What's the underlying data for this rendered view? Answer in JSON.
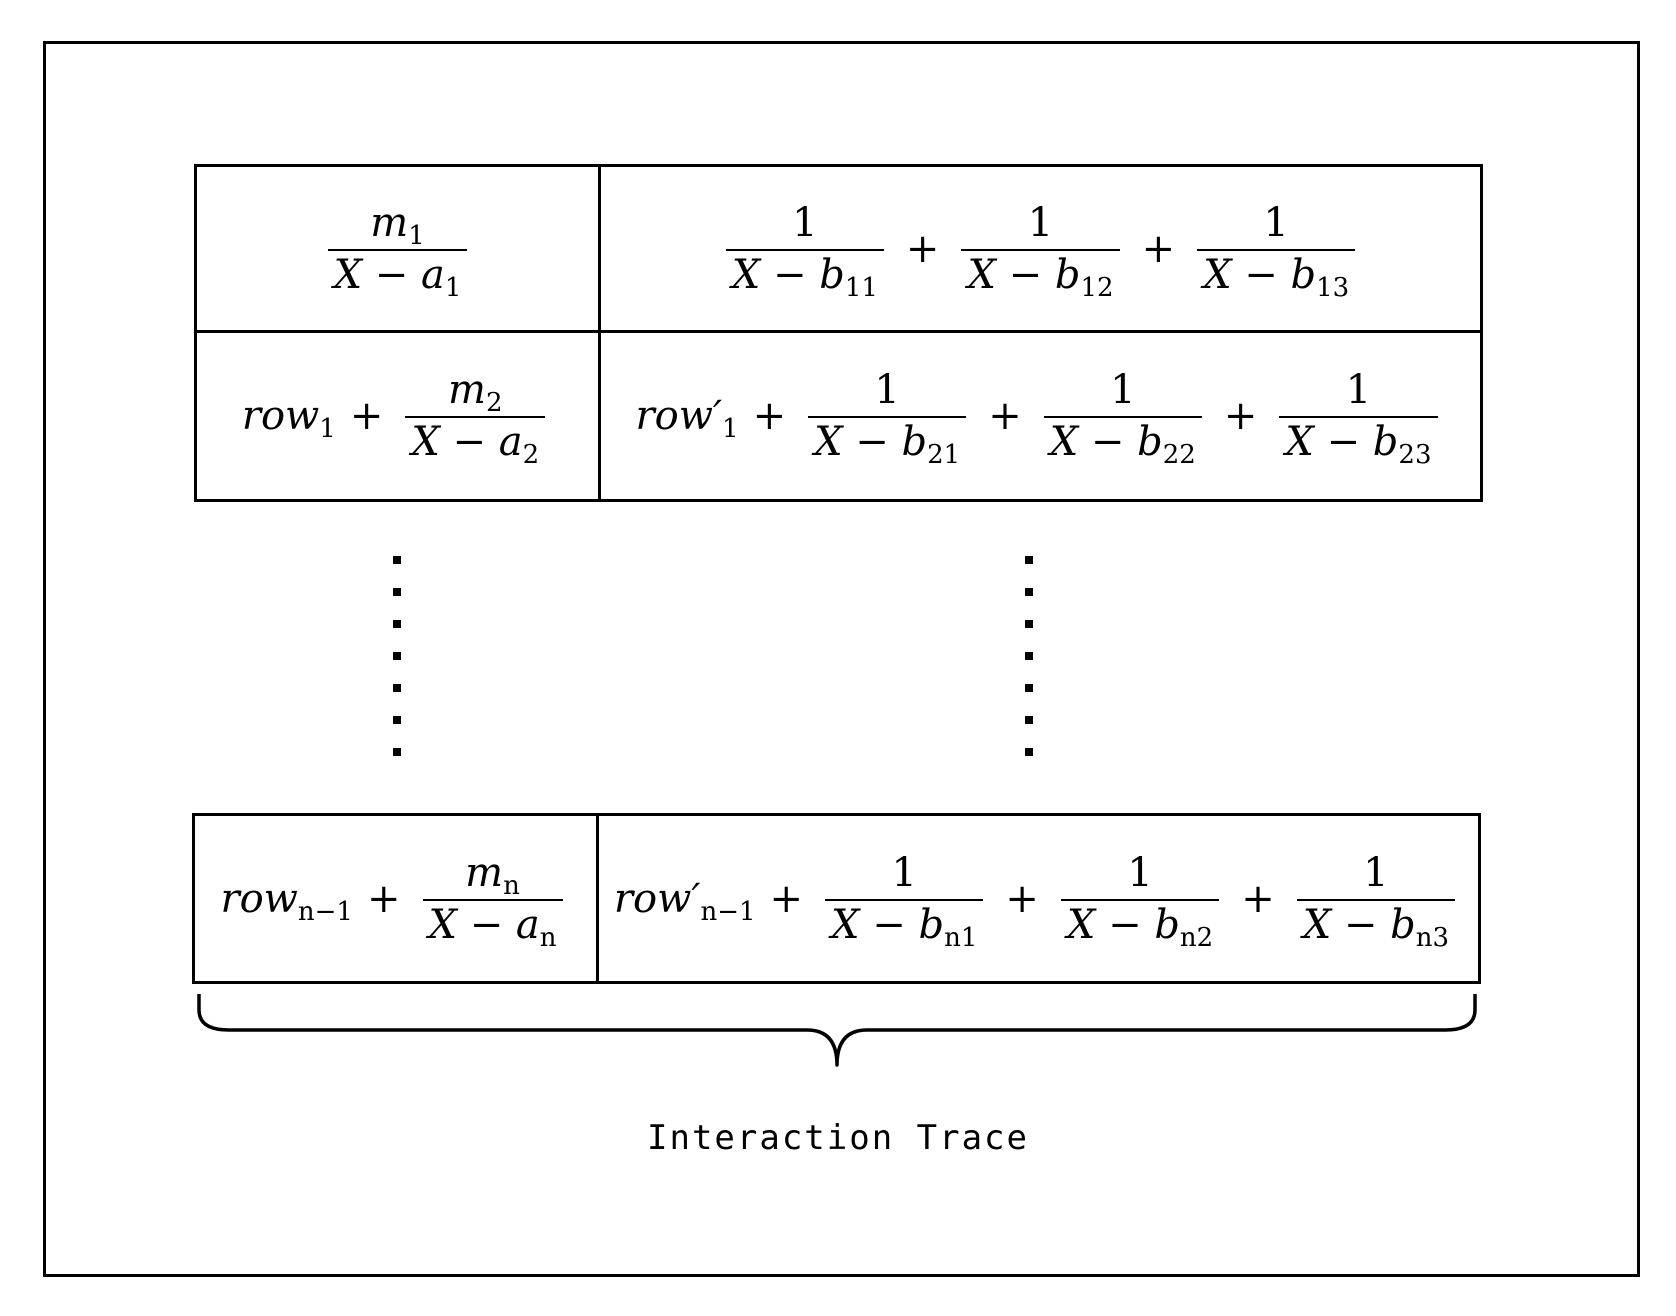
{
  "diagram": {
    "caption": "Interaction Trace",
    "rows": [
      {
        "left": {
          "prefix": "",
          "prefix_sub": "",
          "numerator": "m",
          "numerator_sub": "1",
          "denominator": "X − a",
          "denominator_sub": "1"
        },
        "right": {
          "prefix": "",
          "prefix_sub": "",
          "terms": [
            {
              "numerator": "1",
              "denominator": "X − b",
              "denominator_sub": "11"
            },
            {
              "numerator": "1",
              "denominator": "X − b",
              "denominator_sub": "12"
            },
            {
              "numerator": "1",
              "denominator": "X − b",
              "denominator_sub": "13"
            }
          ]
        }
      },
      {
        "left": {
          "prefix": "row",
          "prefix_sub": "1",
          "numerator": "m",
          "numerator_sub": "2",
          "denominator": "X − a",
          "denominator_sub": "2"
        },
        "right": {
          "prefix": "row′",
          "prefix_sub": "1",
          "terms": [
            {
              "numerator": "1",
              "denominator": "X − b",
              "denominator_sub": "21"
            },
            {
              "numerator": "1",
              "denominator": "X − b",
              "denominator_sub": "22"
            },
            {
              "numerator": "1",
              "denominator": "X − b",
              "denominator_sub": "23"
            }
          ]
        }
      },
      {
        "left": {
          "prefix": "row",
          "prefix_sub": "n−1",
          "numerator": "m",
          "numerator_sub": "n",
          "denominator": "X − a",
          "denominator_sub": "n"
        },
        "right": {
          "prefix": "row′",
          "prefix_sub": "n−1",
          "terms": [
            {
              "numerator": "1",
              "denominator": "X − b",
              "denominator_sub": "n1"
            },
            {
              "numerator": "1",
              "denominator": "X − b",
              "denominator_sub": "n2"
            },
            {
              "numerator": "1",
              "denominator": "X − b",
              "denominator_sub": "n3"
            }
          ]
        }
      }
    ],
    "plus_sign": "+"
  }
}
